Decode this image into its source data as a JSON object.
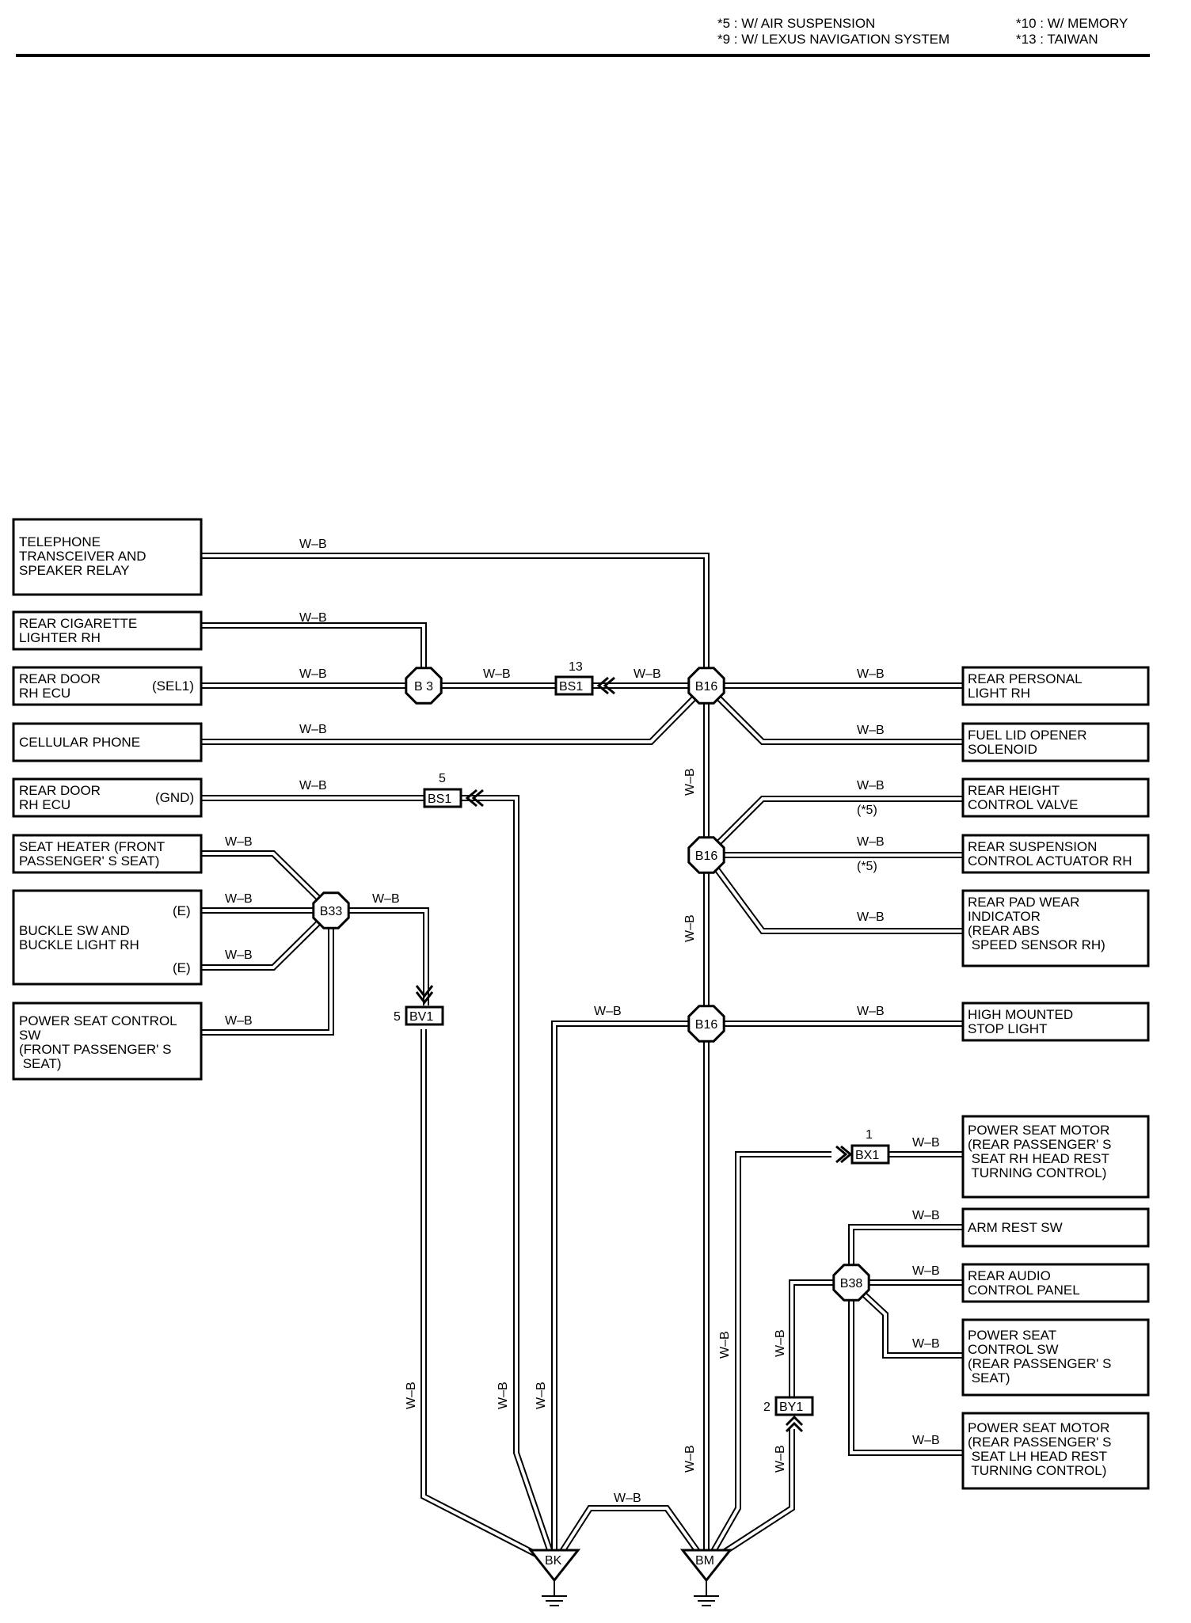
{
  "notes": {
    "left": [
      "*5 : W/ AIR SUSPENSION",
      "*9 : W/ LEXUS NAVIGATION SYSTEM"
    ],
    "right": [
      "*10 : W/ MEMORY",
      "*13 : TAIWAN"
    ]
  },
  "wire_color": "W–B",
  "left_components": {
    "telephone": [
      "TELEPHONE",
      "TRANSCEIVER AND",
      "SPEAKER RELAY"
    ],
    "cigarette": [
      "REAR CIGARETTE",
      "LIGHTER RH"
    ],
    "door_sel1": [
      "REAR DOOR",
      "RH ECU"
    ],
    "door_sel1_pin": "(SEL1)",
    "cellular": [
      "CELLULAR PHONE"
    ],
    "door_gnd": [
      "REAR DOOR",
      "RH ECU"
    ],
    "door_gnd_pin": "(GND)",
    "seat_heater": [
      "SEAT HEATER (FRONT",
      "PASSENGER' S SEAT)"
    ],
    "buckle": [
      "BUCKLE SW AND",
      "BUCKLE LIGHT RH"
    ],
    "buckle_pin1": "(E)",
    "buckle_pin2": "(E)",
    "power_seat_front": [
      "POWER SEAT CONTROL",
      "SW",
      "(FRONT PASSENGER' S",
      " SEAT)"
    ]
  },
  "right_components": {
    "personal_light": [
      "REAR PERSONAL",
      "LIGHT RH"
    ],
    "fuel_lid": [
      "FUEL LID OPENER",
      "SOLENOID"
    ],
    "height_valve": [
      "REAR HEIGHT",
      "CONTROL VALVE"
    ],
    "suspension": [
      "REAR SUSPENSION",
      "CONTROL ACTUATOR RH"
    ],
    "pad_wear": [
      "REAR PAD WEAR",
      "INDICATOR",
      "(REAR ABS",
      " SPEED SENSOR RH)"
    ],
    "stop_light": [
      "HIGH MOUNTED",
      "STOP LIGHT"
    ],
    "motor_rh": [
      "POWER SEAT MOTOR",
      "(REAR PASSENGER' S",
      " SEAT RH HEAD REST",
      " TURNING CONTROL)"
    ],
    "arm_rest": [
      "ARM REST SW"
    ],
    "rear_audio": [
      "REAR AUDIO",
      "CONTROL PANEL"
    ],
    "seat_ctrl_rear": [
      "POWER SEAT",
      "CONTROL SW",
      "(REAR PASSENGER' S",
      " SEAT)"
    ],
    "motor_lh": [
      "POWER SEAT MOTOR",
      "(REAR PASSENGER' S",
      " SEAT LH HEAD REST",
      " TURNING CONTROL)"
    ]
  },
  "junctions": {
    "b3": "B 3",
    "b16a": "B16",
    "b16b": "B16",
    "b16c": "B16",
    "b33": "B33",
    "b38": "B38"
  },
  "connectors": {
    "bs1_top": "BS1",
    "bs1_top_num": "13",
    "bs1_mid": "BS1",
    "bs1_mid_num": "5",
    "bv1": "BV1",
    "bv1_num": "5",
    "bx1": "BX1",
    "bx1_num": "1",
    "by1": "BY1",
    "by1_num": "2"
  },
  "grounds": {
    "bk": "BK",
    "bm": "BM"
  },
  "option_marks": {
    "m1": "(*5)",
    "m2": "(*5)"
  }
}
